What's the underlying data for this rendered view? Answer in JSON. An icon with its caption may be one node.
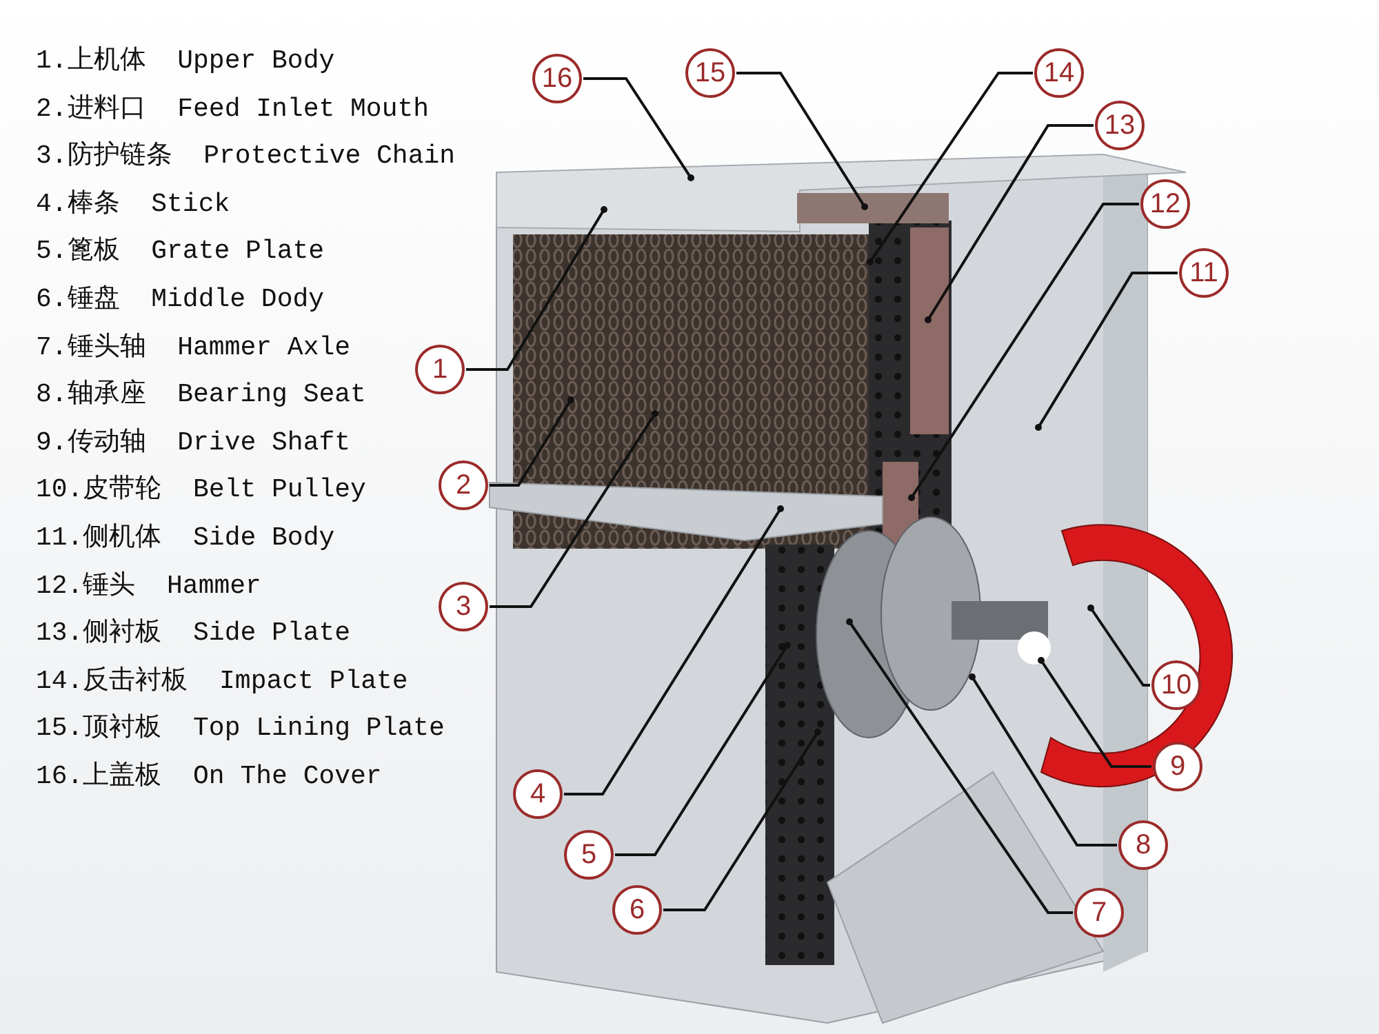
{
  "diagram": {
    "nodes": [
      {
        "text": [
          "1"
        ]
      },
      {
        "text": [
          "2"
        ]
      },
      {
        "text": [
          "3"
        ]
      },
      {
        "text": [
          "4"
        ]
      },
      {
        "text": [
          "5"
        ]
      },
      {
        "text": [
          "6"
        ]
      },
      {
        "text": [
          "7"
        ]
      },
      {
        "text": [
          "8"
        ]
      },
      {
        "text": [
          "9"
        ]
      },
      {
        "text": [
          "10"
        ]
      },
      {
        "text": [
          "11"
        ]
      },
      {
        "text": [
          "12"
        ]
      },
      {
        "text": [
          "13"
        ]
      },
      {
        "text": [
          "14"
        ]
      },
      {
        "text": [
          "15"
        ]
      },
      {
        "text": [
          "16"
        ]
      }
    ],
    "edges": [
      {
        "from": 0,
        "to": null,
        "arrow": "other"
      },
      {
        "from": 1,
        "to": null,
        "arrow": "other"
      },
      {
        "from": 2,
        "to": null,
        "arrow": "other"
      },
      {
        "from": 3,
        "to": null,
        "arrow": "other"
      },
      {
        "from": 4,
        "to": null,
        "arrow": "other"
      },
      {
        "from": 5,
        "to": null,
        "arrow": "other"
      },
      {
        "from": 6,
        "to": null,
        "arrow": "other"
      },
      {
        "from": 7,
        "to": null,
        "arrow": "other"
      },
      {
        "from": 8,
        "to": null,
        "arrow": "other"
      },
      {
        "from": 9,
        "to": null,
        "arrow": "other"
      },
      {
        "from": 10,
        "to": null,
        "arrow": "other"
      },
      {
        "from": 11,
        "to": null,
        "arrow": "other"
      },
      {
        "from": 12,
        "to": null,
        "arrow": "other"
      },
      {
        "from": 13,
        "to": null,
        "arrow": "other"
      },
      {
        "from": 14,
        "to": null,
        "arrow": "other"
      },
      {
        "from": 15,
        "to": null,
        "arrow": "other"
      }
    ],
    "labels": [
      "1.上机体  Upper Body",
      "2.进料口  Feed Inlet Mouth",
      "3.防护链条  Protective Chain",
      "4.棒条  Stick",
      "5.篦板  Grate Plate",
      "6.锤盘  Middle Dody",
      "7.锤头轴  Hammer Axle",
      "8.轴承座  Bearing Seat",
      "9.传动轴  Drive Shaft",
      "10.皮带轮  Belt Pulley",
      "11.侧机体  Side Body",
      "12.锤头  Hammer",
      "13.侧衬板  Side Plate",
      "14.反击衬板  Impact Plate",
      "15.顶衬板  Top Lining Plate",
      "16.上盖板  On The Cover"
    ]
  }
}
